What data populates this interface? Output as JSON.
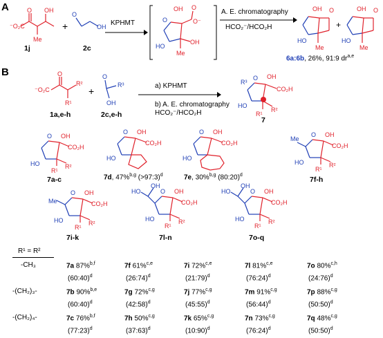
{
  "panel_a": {
    "label": "A",
    "compound_1": "1j",
    "compound_2": "2c",
    "enzyme": "KPHMT",
    "step2_line1": "A. E. chromatography",
    "step2_line2": "HCO₂⁻/HCO₂H",
    "product_label": "6a:6b",
    "product_stats": ", 26%, 91:9 dr",
    "product_notes": "a,e"
  },
  "panel_b": {
    "label": "B",
    "reactant_1": "1a,e-h",
    "reactant_2": "2c,e-h",
    "step_a": "a) KPHMT",
    "step_b_line1": "b) A. E. chromatography",
    "step_b_line2": "HCO₂⁻/HCO₂H",
    "product": "7",
    "structures": [
      {
        "id": "7a-c",
        "label": "7a-c"
      },
      {
        "id": "7d",
        "label": "7d",
        "stats": ", 47%",
        "note1": "b,g",
        "ratio": " (>97:3)",
        "note2": "d"
      },
      {
        "id": "7e",
        "label": "7e",
        "stats": ", 30%",
        "note1": "b,g",
        "ratio": " (80:20)",
        "note2": "d"
      },
      {
        "id": "7f-h",
        "label": "7f-h"
      },
      {
        "id": "7i-k",
        "label": "7i-k"
      },
      {
        "id": "7l-n",
        "label": "7l-n"
      },
      {
        "id": "7o-q",
        "label": "7o-q"
      }
    ]
  },
  "table": {
    "header": "R¹ = R²",
    "rows": [
      {
        "group": "-CH₃",
        "cells": [
          {
            "id": "7a",
            "yield": " 87%",
            "note": "b,f",
            "ratio": "(60:40)",
            "rnote": "d"
          },
          {
            "id": "7f",
            "yield": " 61%",
            "note": "c,e",
            "ratio": "(26:74)",
            "rnote": "d"
          },
          {
            "id": "7i",
            "yield": " 72%",
            "note": "c,e",
            "ratio": "(21:79)",
            "rnote": "d"
          },
          {
            "id": "7l",
            "yield": " 81%",
            "note": "c,e",
            "ratio": "(76:24)",
            "rnote": "d"
          },
          {
            "id": "7o",
            "yield": " 80%",
            "note": "c,h",
            "ratio": "(24:76)",
            "rnote": "d"
          }
        ]
      },
      {
        "group": "-(CH₂)₃-",
        "cells": [
          {
            "id": "7b",
            "yield": " 90%",
            "note": "b,e",
            "ratio": "(60:40)",
            "rnote": "d"
          },
          {
            "id": "7g",
            "yield": " 72%",
            "note": "c,g",
            "ratio": "(42:58)",
            "rnote": "d"
          },
          {
            "id": "7j",
            "yield": " 77%",
            "note": "c,g",
            "ratio": "(45:55)",
            "rnote": "d"
          },
          {
            "id": "7m",
            "yield": " 91%",
            "note": "c,g",
            "ratio": "(56:44)",
            "rnote": "d"
          },
          {
            "id": "7p",
            "yield": " 88%",
            "note": "c,g",
            "ratio": "(50:50)",
            "rnote": "d"
          }
        ]
      },
      {
        "group": "-(CH₂)₄-",
        "cells": [
          {
            "id": "7c",
            "yield": " 76%",
            "note": "b,f",
            "ratio": "(77:23)",
            "rnote": "d"
          },
          {
            "id": "7h",
            "yield": " 50%",
            "note": "c,g",
            "ratio": "(37:63)",
            "rnote": "d"
          },
          {
            "id": "7k",
            "yield": " 65%",
            "note": "c,g",
            "ratio": "(10:90)",
            "rnote": "d"
          },
          {
            "id": "7n",
            "yield": "  73%",
            "note": "c,g",
            "ratio": "(76:24)",
            "rnote": "d"
          },
          {
            "id": "7q",
            "yield": " 48%",
            "note": "c,g",
            "ratio": "(50:50)",
            "rnote": "d"
          }
        ]
      }
    ]
  }
}
